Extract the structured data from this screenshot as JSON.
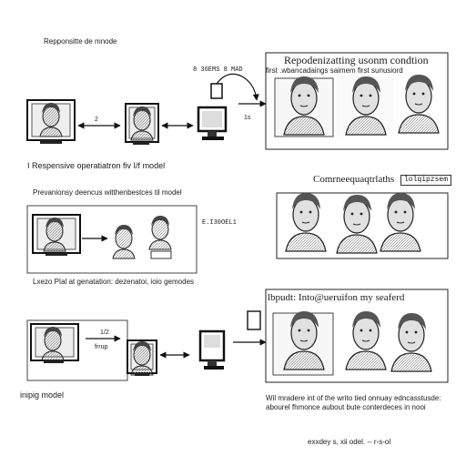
{
  "section1": {
    "header": "Repponsitte de mnode",
    "code_label": "8 36EMS 8 MAD",
    "left_tag": "2",
    "right_tag": "1s",
    "caption": "I Respensive operatiatron fiv I/f model",
    "panel_title": "Repodenizatting usonm condtion",
    "panel_subtitle": "first .wbancadaings saimem first sunusiord"
  },
  "section2": {
    "header": "Prevanionsy deencus witthenbestces til model",
    "code_label": "E.I30OEL1",
    "panel_title": "Comrneequaqtrlaths",
    "panel_badge": "lolqipzsem"
  },
  "section3": {
    "header": "Lxezo PIal at genatation: dezenatoi, ioio gemodes",
    "left_tag": "1/2",
    "left_tag2": "frrup",
    "caption": "inipig model",
    "panel_title": "lbpudt: Into@ueruifon my seaferd",
    "note_line1": "Wil mradere int of the writo tied onnuay edncasstusde:",
    "note_line2": "abourel fhmonce aubout bute conterdeces in nooi",
    "footer": "exxdey s, xii odel. -- r-s-ol"
  },
  "colors": {
    "ink": "#1a1a1a",
    "line": "#333333",
    "bg": "#ffffff"
  }
}
